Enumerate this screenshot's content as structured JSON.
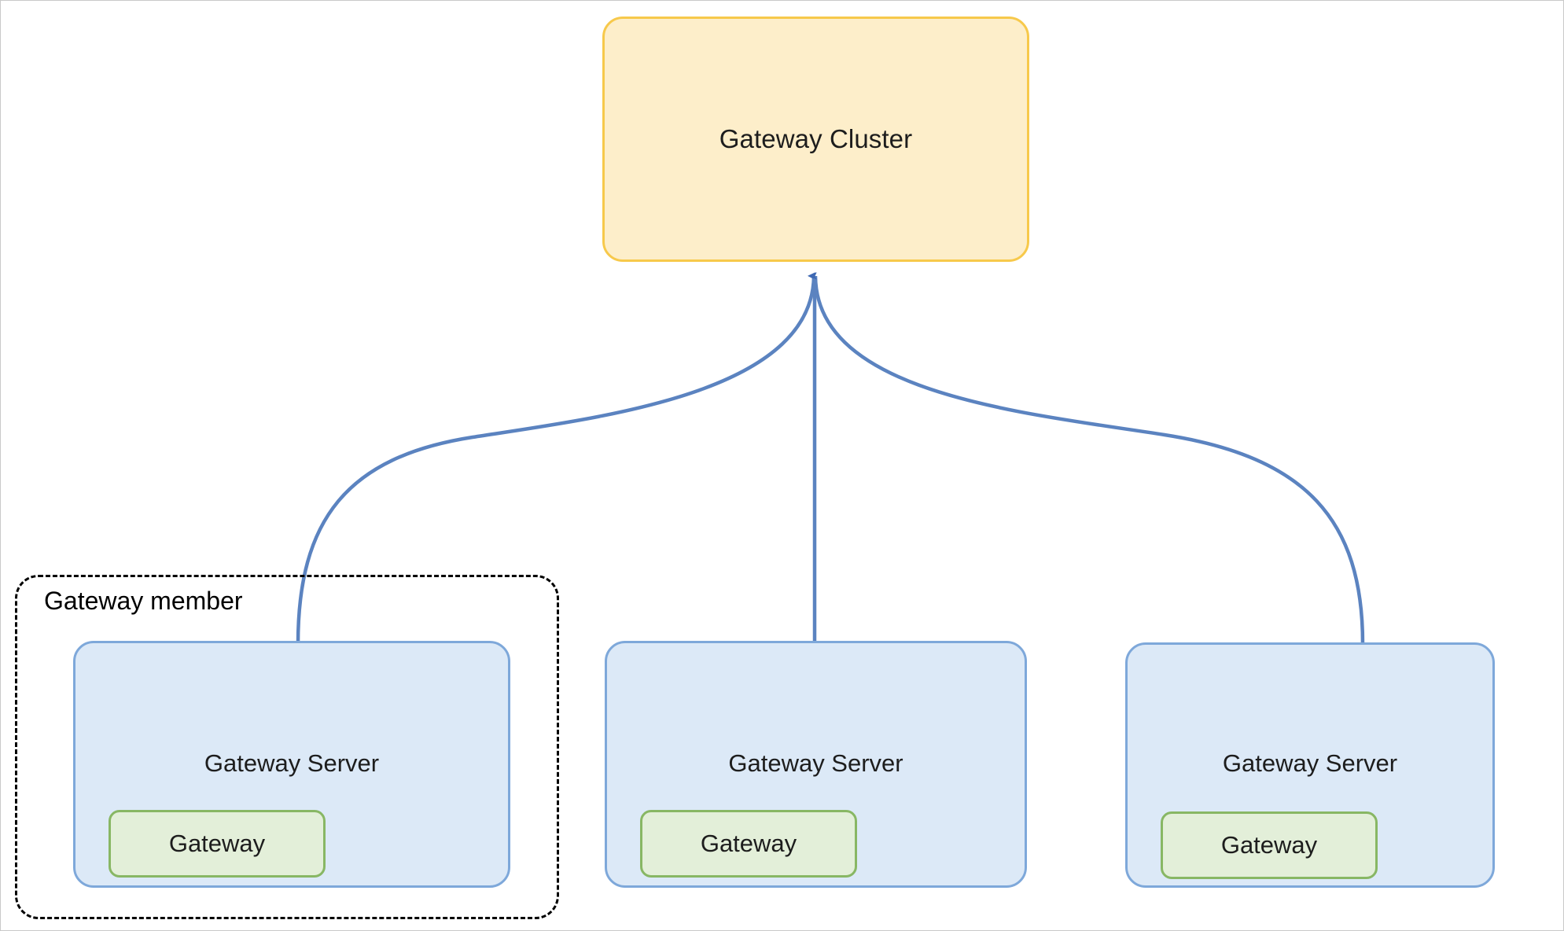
{
  "diagram": {
    "title_node": {
      "label": "Gateway Cluster",
      "fill": "#fdeeca",
      "stroke": "#f7c94b"
    },
    "group": {
      "label": "Gateway member",
      "stroke": "#000000",
      "style": "dashed"
    },
    "servers": [
      {
        "label": "Gateway Server",
        "gateway_label": "Gateway",
        "fill": "#dce9f7",
        "stroke": "#7ea8da",
        "gateway_fill": "#e3efd9",
        "gateway_stroke": "#88b764"
      },
      {
        "label": "Gateway Server",
        "gateway_label": "Gateway",
        "fill": "#dce9f7",
        "stroke": "#7ea8da",
        "gateway_fill": "#e3efd9",
        "gateway_stroke": "#88b764"
      },
      {
        "label": "Gateway Server",
        "gateway_label": "Gateway",
        "fill": "#dce9f7",
        "stroke": "#7ea8da",
        "gateway_fill": "#e3efd9",
        "gateway_stroke": "#88b764"
      }
    ],
    "connectors": {
      "color": "#5b83c0",
      "count": 3,
      "direction": "servers-to-cluster",
      "arrowhead": "up"
    },
    "canvas": {
      "background": "#ffffff",
      "border": "#c9c9c9"
    }
  }
}
